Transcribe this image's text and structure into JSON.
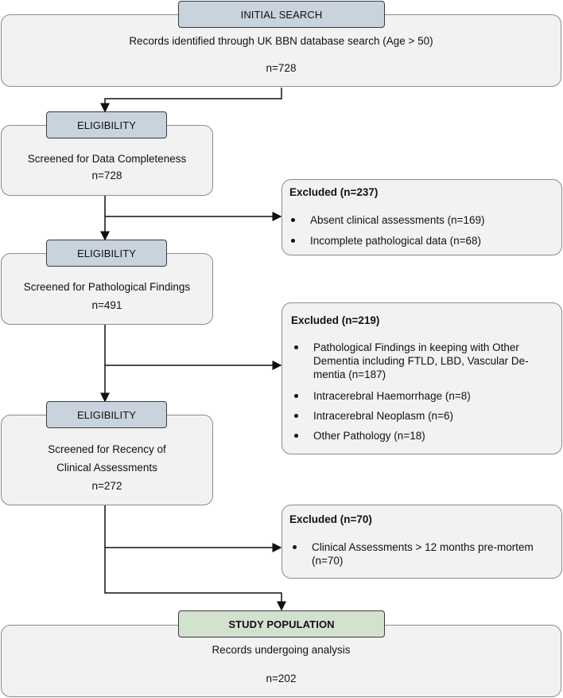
{
  "initial": {
    "tag": "INITIAL SEARCH",
    "text": "Records identified through UK BBN database search (Age > 50)",
    "count": "n=728"
  },
  "elig1": {
    "tag": "ELIGIBILITY",
    "text": "Screened for Data Completeness",
    "count": "n=728"
  },
  "elig2": {
    "tag": "ELIGIBILITY",
    "text": "Screened for Pathological Findings",
    "count": "n=491"
  },
  "elig3": {
    "tag": "ELIGIBILITY",
    "text_line1": "Screened for Recency of",
    "text_line2": "Clinical Assessments",
    "count": "n=272"
  },
  "excluded1": {
    "title": "Excluded (n=237)",
    "items": [
      "Absent clinical assessments (n=169)",
      "Incomplete pathological data (n=68)"
    ]
  },
  "excluded2": {
    "title": "Excluded (n=219)",
    "item1_lines": [
      "Pathological Findings in keeping with Other",
      "Dementia including FTLD, LBD, Vascular De-",
      "mentia (n=187)"
    ],
    "items": [
      "Intracerebral Haemorrhage (n=8)",
      "Intracerebral Neoplasm (n=6)",
      "Other Pathology (n=18)"
    ]
  },
  "excluded3": {
    "title": "Excluded (n=70)",
    "item1_lines": [
      "Clinical Assessments > 12 months pre-mortem",
      "(n=70)"
    ]
  },
  "study": {
    "tag": "STUDY POPULATION",
    "text": "Records undergoing analysis",
    "count": "n=202"
  },
  "colors": {
    "tag_gray": "#c9d3dd",
    "tag_green": "#d2e2cf",
    "box_fill": "#f2f2f2"
  }
}
